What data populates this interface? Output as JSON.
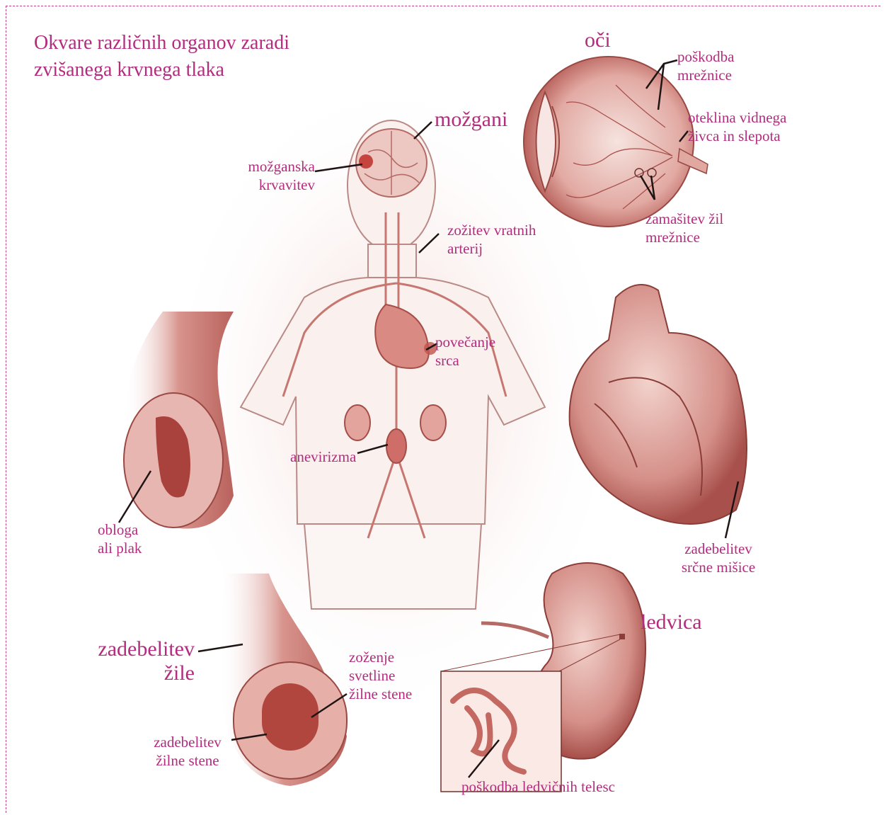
{
  "title": {
    "line1": "Okvare različnih organov zaradi",
    "line2": "zvišanega krvnega tlaka"
  },
  "labels": {
    "oci": "oči",
    "poskodba_mreznice": [
      "poškodba",
      "mrežnice"
    ],
    "oteklina": [
      "oteklina vidnega",
      "živca in slepota"
    ],
    "zamasitev": [
      "zamašitev žil",
      "mrežnice"
    ],
    "mozgani": "možgani",
    "mozganska_krvavitev": [
      "možganska",
      "krvavitev"
    ],
    "zozitev_vratnih": [
      "zožitev vratnih",
      "arterij"
    ],
    "povecanje_srca": [
      "povečanje",
      "srca"
    ],
    "anevrizma": "anevirizma",
    "obloga": [
      "obloga",
      "ali plak"
    ],
    "zadebelitev_srcne": [
      "zadebelitev",
      "srčne mišice"
    ],
    "ledvica": "ledvica",
    "zadebelitev_zile": [
      "zadebelitev",
      "žile"
    ],
    "zozenje": [
      "zoženje",
      "svetline",
      "žilne stene"
    ],
    "zadebelitev_zilne": [
      "zadebelitev",
      "žilne stene"
    ],
    "poskodba_ledvicnih": "poškodba ledvičnih telesc"
  },
  "colors": {
    "label": "#b32c7e",
    "frame": "#c2418e",
    "tissue": "#d99a94",
    "tissue_dark": "#a9504c",
    "outline": "#7a3c3a"
  }
}
